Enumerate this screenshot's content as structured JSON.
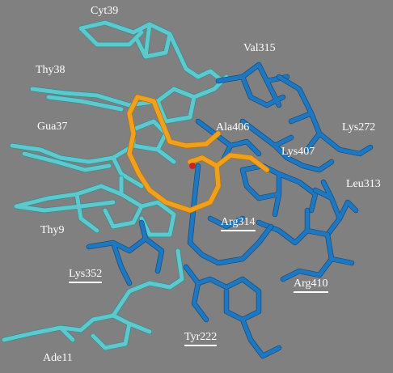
{
  "labels": {
    "cyt39": "Cyt39",
    "thy38": "Thy38",
    "gua37": "Gua37",
    "thy9": "Thy9",
    "ade11": "Ade11",
    "val315": "Val315",
    "ala406": "Ala406",
    "lys272": "Lys272",
    "lys407": "Lys407",
    "leu313": "Leu313",
    "arg314": "Arg314",
    "lys352": "Lys352",
    "arg410": "Arg410",
    "tyr222": "Tyr222"
  },
  "colors": {
    "background": "#808080",
    "nucleotide": "#5ec8cc",
    "protein": "#1f77c0",
    "ligand": "#f0a020",
    "label": "#ffffff"
  }
}
